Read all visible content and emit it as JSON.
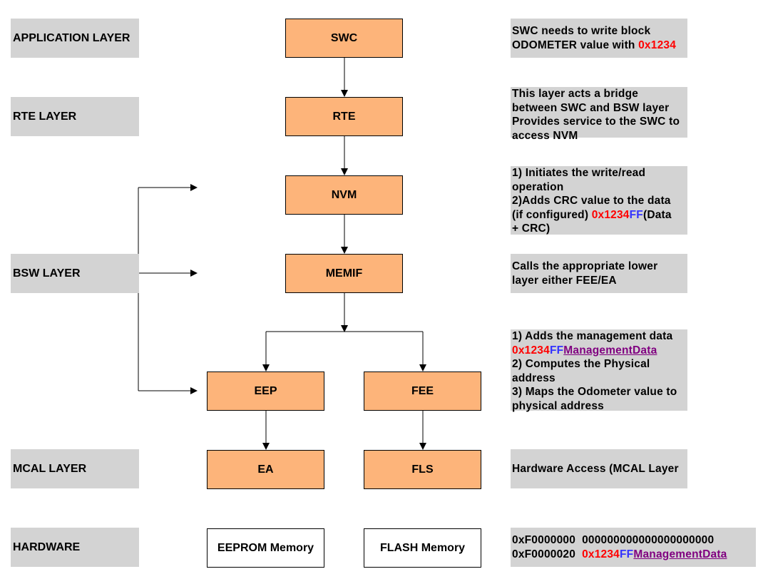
{
  "layers": {
    "application": "APPLICATION LAYER",
    "rte": "RTE LAYER",
    "bsw": "BSW LAYER",
    "mcal": "MCAL LAYER",
    "hardware": "HARDWARE"
  },
  "blocks": {
    "swc": "SWC",
    "rte": "RTE",
    "nvm": "NVM",
    "memif": "MEMIF",
    "eep": "EEP",
    "fee": "FEE",
    "ea": "EA",
    "fls": "FLS",
    "eeprom": "EEPROM Memory",
    "flash": "FLASH Memory"
  },
  "notes": {
    "swc": {
      "line1": "SWC needs to write block",
      "line2_prefix": "ODOMETER value with ",
      "value": "0x1234"
    },
    "rte": {
      "line1": "This layer acts a bridge",
      "line2": "between SWC and BSW layer",
      "line3": "Provides service to the SWC to",
      "line4": "access NVM"
    },
    "nvm": {
      "line1": "1) Initiates the write/read",
      "line2": "operation",
      "line3": "2)Adds CRC value to the data",
      "line4_prefix": "(if configured) ",
      "value_red": "0x1234",
      "value_blue": "FF",
      "line4_suffix": "(Data",
      "line5": "+ CRC)"
    },
    "memif": {
      "line1": "Calls the appropriate lower",
      "line2": "layer either FEE/EA"
    },
    "fee": {
      "line1": "1) Adds the management data",
      "value_red": "0x1234",
      "value_blue": "FF",
      "value_purple": "ManagementData",
      "line3": "2) Computes the Physical",
      "line4": "address",
      "line5": "3) Maps the Odometer value to",
      "line6": "physical address"
    },
    "mcal": "Hardware Access (MCAL Layer",
    "hardware": {
      "addr1": "0xF0000000",
      "data1": "000000000000000000000",
      "addr2": "0xF0000020",
      "value_red": "0x1234",
      "value_blue": "FF",
      "value_purple": "ManagementData"
    }
  },
  "colors": {
    "block_fill": "#fdb47a",
    "label_fill": "#d3d3d3",
    "red": "#ff0000",
    "blue": "#3333ff",
    "purple": "#800080"
  }
}
